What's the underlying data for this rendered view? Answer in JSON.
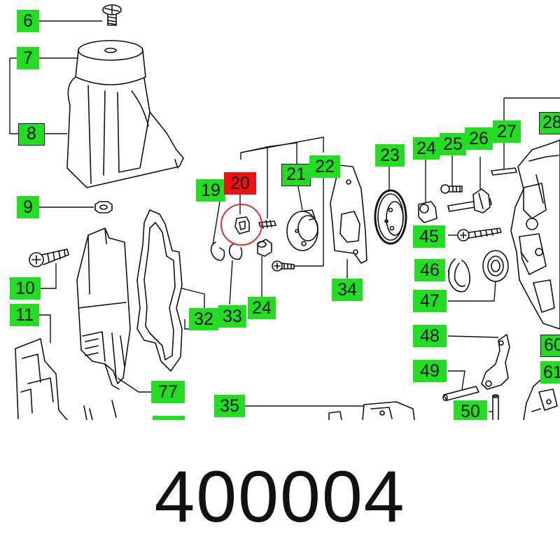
{
  "colors": {
    "label_bg": "#22dd22",
    "highlight_bg": "#ee1111",
    "line": "#111111",
    "circle": "#e43030"
  },
  "callouts": [
    {
      "id": "6",
      "text": "6"
    },
    {
      "id": "7",
      "text": "7"
    },
    {
      "id": "8",
      "text": "8"
    },
    {
      "id": "9",
      "text": "9"
    },
    {
      "id": "10",
      "text": "10"
    },
    {
      "id": "11",
      "text": "11"
    },
    {
      "id": "19",
      "text": "19"
    },
    {
      "id": "20",
      "text": "20"
    },
    {
      "id": "21",
      "text": "21"
    },
    {
      "id": "22",
      "text": "22"
    },
    {
      "id": "23",
      "text": "23"
    },
    {
      "id": "24a",
      "text": "24"
    },
    {
      "id": "25",
      "text": "25"
    },
    {
      "id": "26",
      "text": "26"
    },
    {
      "id": "27",
      "text": "27"
    },
    {
      "id": "28",
      "text": "28"
    },
    {
      "id": "32",
      "text": "32"
    },
    {
      "id": "33",
      "text": "33"
    },
    {
      "id": "24b",
      "text": "24"
    },
    {
      "id": "34",
      "text": "34"
    },
    {
      "id": "35",
      "text": "35"
    },
    {
      "id": "45",
      "text": "45"
    },
    {
      "id": "46",
      "text": "46"
    },
    {
      "id": "47",
      "text": "47"
    },
    {
      "id": "48",
      "text": "48"
    },
    {
      "id": "49",
      "text": "49"
    },
    {
      "id": "50",
      "text": "50"
    },
    {
      "id": "60",
      "text": "60"
    },
    {
      "id": "61",
      "text": "61"
    },
    {
      "id": "77",
      "text": "77"
    }
  ],
  "highlighted_callout": "20",
  "part_number": "400004"
}
